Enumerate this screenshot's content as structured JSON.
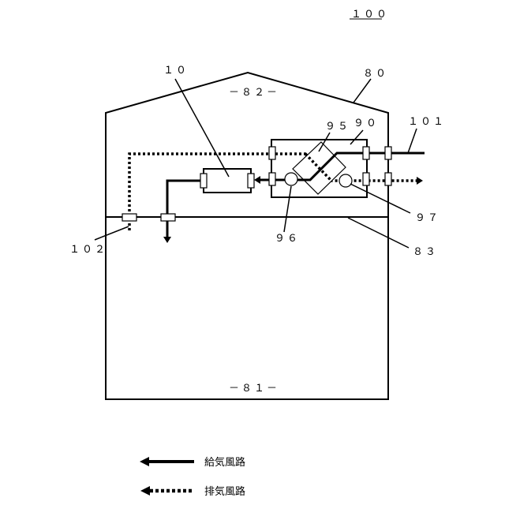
{
  "diagram": {
    "figure_number": "１００",
    "labels": {
      "unit": "１０",
      "roof": "８０",
      "attic_space": "－８２－",
      "room_space": "－８１－",
      "ventilator": "９０",
      "heat_exchanger": "９５",
      "outdoor_port": "１０１",
      "ceiling_port": "１０２",
      "ceiling": "８３",
      "supply_fan": "９６",
      "exhaust_fan": "９７"
    },
    "legend": [
      {
        "style": "solid",
        "label": "給気風路"
      },
      {
        "style": "dotted",
        "label": "排気風路"
      }
    ]
  }
}
